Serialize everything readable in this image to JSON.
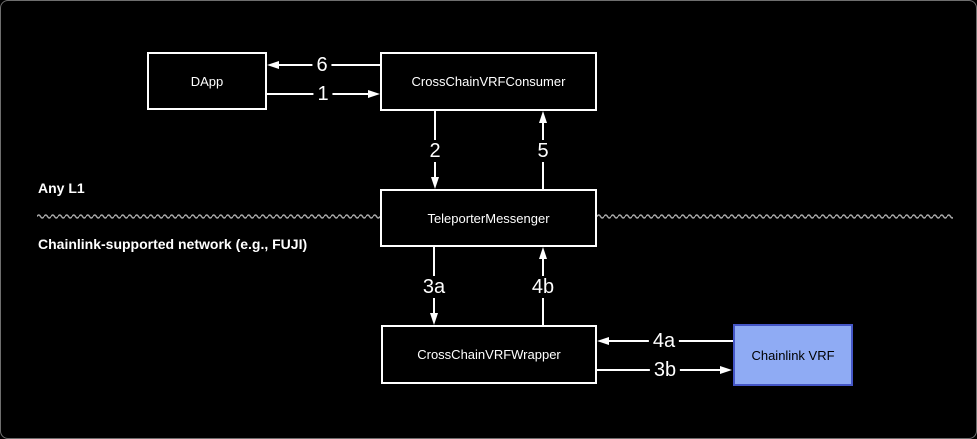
{
  "diagram": {
    "regions": {
      "top_label": "Any L1",
      "bottom_label": "Chainlink-supported network (e.g., FUJI)"
    },
    "nodes": {
      "dapp": {
        "label": "DApp"
      },
      "consumer": {
        "label": "CrossChainVRFConsumer"
      },
      "teleporter": {
        "label": "TeleporterMessenger"
      },
      "wrapper": {
        "label": "CrossChainVRFWrapper"
      },
      "chainlink_vrf": {
        "label": "Chainlink VRF"
      }
    },
    "edges": {
      "e1": {
        "label": "1"
      },
      "e2": {
        "label": "2"
      },
      "e3a": {
        "label": "3a"
      },
      "e3b": {
        "label": "3b"
      },
      "e4a": {
        "label": "4a"
      },
      "e4b": {
        "label": "4b"
      },
      "e5": {
        "label": "5"
      },
      "e6": {
        "label": "6"
      }
    },
    "colors": {
      "background": "#000000",
      "line": "#ffffff",
      "node_fill": "#000000",
      "node_border": "#ffffff",
      "node_text": "#ffffff",
      "chainlink_fill": "#8FABF4",
      "chainlink_border": "#4456C6",
      "chainlink_text": "#000000",
      "divider": "#aaaaaa"
    }
  }
}
